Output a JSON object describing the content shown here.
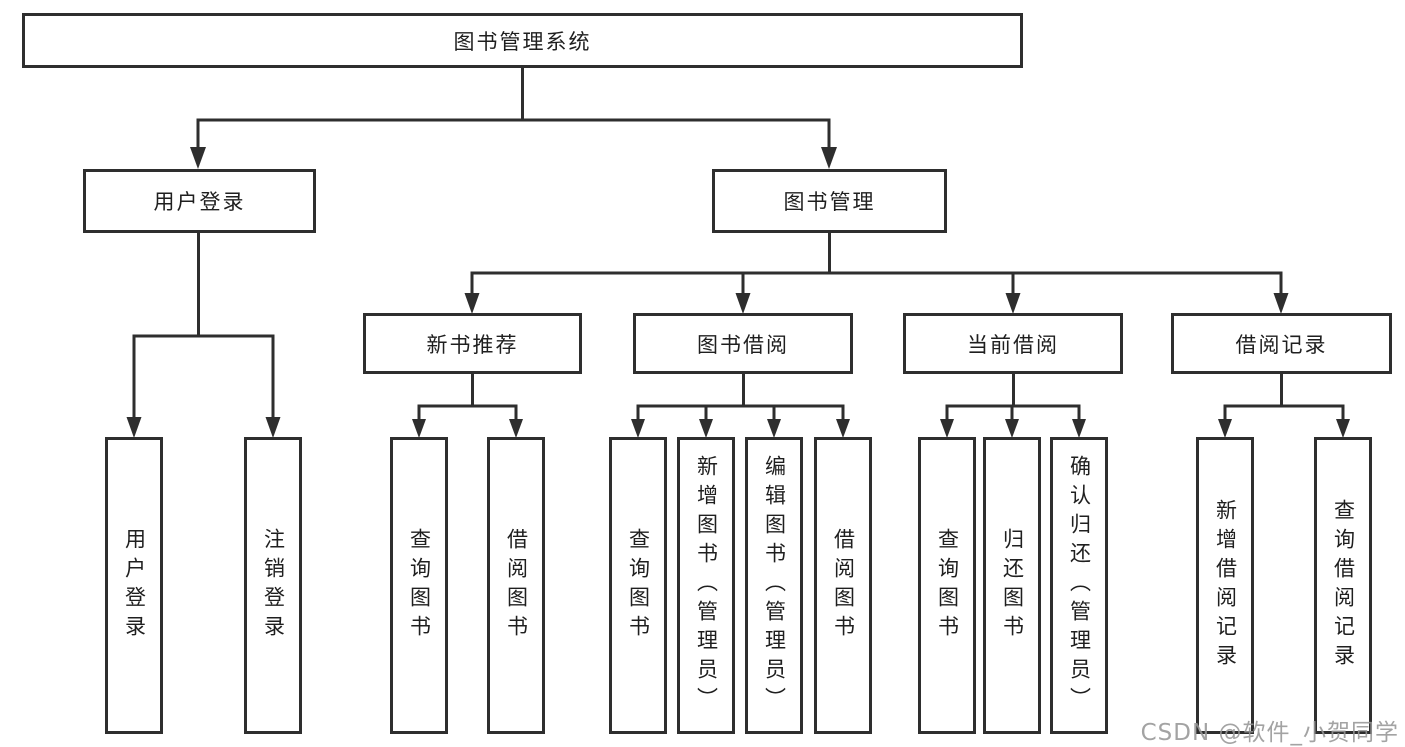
{
  "diagram": {
    "root": {
      "label": "图书管理系统"
    },
    "level2": [
      {
        "label": "用户登录"
      },
      {
        "label": "图书管理"
      }
    ],
    "level3": [
      {
        "label": "新书推荐"
      },
      {
        "label": "图书借阅"
      },
      {
        "label": "当前借阅"
      },
      {
        "label": "借阅记录"
      }
    ],
    "leaves": {
      "userLogin": [
        "用户登录",
        "注销登录"
      ],
      "newBookRec": [
        "查询图书",
        "借阅图书"
      ],
      "bookBorrow": [
        "查询图书",
        "新增图书（管理员）",
        "编辑图书（管理员）",
        "借阅图书"
      ],
      "currentBorrow": [
        "查询图书",
        "归还图书",
        "确认归还（管理员）"
      ],
      "borrowRecord": [
        "新增借阅记录",
        "查询借阅记录"
      ]
    }
  },
  "watermark": {
    "text": "CSDN @软件_小贺同学"
  },
  "colors": {
    "line": "#2e2e2e",
    "text": "#1f1f1f",
    "watermark": "#969696",
    "background": "#ffffff"
  }
}
